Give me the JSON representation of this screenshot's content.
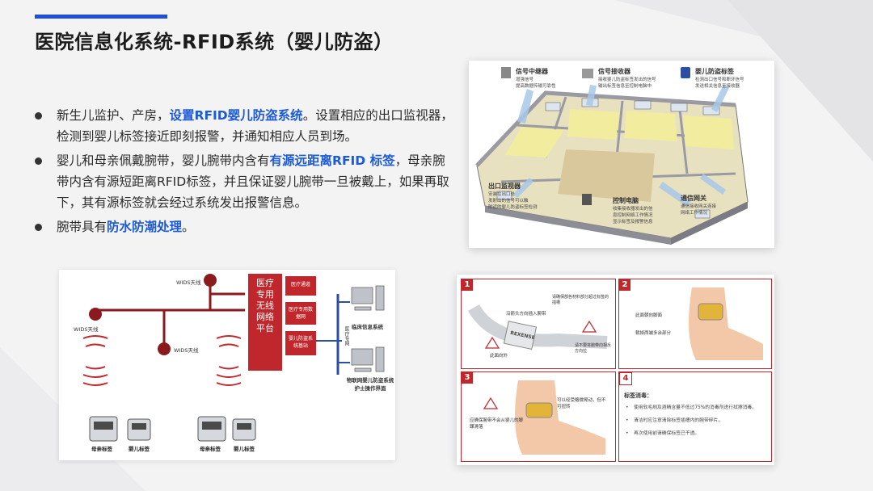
{
  "title": "医院信息化系统-RFID系统（婴儿防盗）",
  "bullets": [
    {
      "pre": "新生儿监护、产房，",
      "hl": "设置RFID婴儿防盗系统",
      "post": "。设置相应的出口监视器，检测到婴儿标签接近即刻报警，并通知相应人员到场。"
    },
    {
      "pre": "婴儿和母亲佩戴腕带，婴儿腕带内含有",
      "hl": "有源远距离RFID 标签",
      "post": "，母亲腕带内含有源短距离RFID标签，并且保证婴儿腕带一旦被戴上，如果再取下，其有源标签就会经过系统发出报警信息。"
    },
    {
      "pre": "腕带具有",
      "hl": "防水防潮处理",
      "post": "。"
    }
  ],
  "floorplan": {
    "labels": [
      {
        "title": "信号中继器",
        "desc": "增强信号\n提高数据传输可靠性"
      },
      {
        "title": "信号接收器",
        "desc": "接收婴儿防盗标签发出的信号\n输出标签信息至控制电脑中"
      },
      {
        "title": "婴儿防盗标签",
        "desc": "检测出口信号和断环信号\n发送相关信息至接收器"
      },
      {
        "title": "出口监视器",
        "desc": "安装在出口处\n发射出的信号可以触\n附近的婴儿防盗标签检测"
      },
      {
        "title": "控制电脑",
        "desc": "收集接收器发出的信\n息控制网络工作情况\n显示标签及报警信息"
      },
      {
        "title": "通信网关",
        "desc": "通信接收网关连接\n网络工作情况"
      }
    ]
  },
  "network": {
    "antenna1": "WIDS天线",
    "antenna2": "WIDS天线",
    "antenna3": "WIDS天线",
    "platform": "医疗专用无线网络平台",
    "boxes": [
      "医疗通道",
      "医疗专用数据网",
      "婴儿防盗系统基站"
    ],
    "vertical": "医疗专网",
    "clinical": "临床信息系统",
    "iot": "物联网婴儿防盗系统护士操作界面",
    "tag_mother1": "母亲标签",
    "tag_baby1": "婴儿标签",
    "tag_mother2": "母亲标签",
    "tag_baby2": "婴儿标签"
  },
  "steps": {
    "s1": {
      "num": "1",
      "t1": "沿箭头方向插入腕带",
      "t2": "请确保部色材料部分超过标签的插槽",
      "t3": "此面向外",
      "t4": "请不要将腕带向相反方向拉",
      "brand": "REXENSE"
    },
    "s2": {
      "num": "2",
      "t1": "此面朝向脚面",
      "t2": "裁掉两端多余部分"
    },
    "s3": {
      "num": "3",
      "t1": "可以经受略微晃动，但不可扭转",
      "t2": "应确保腕带不会从婴儿的脚踝滑落"
    },
    "s4": {
      "num": "4",
      "head": "标签消毒：",
      "items": [
        "使用软毛刷及酒精含量不低过75%的消毒剂进行拭擦消毒。",
        "清洁时应注意清除标签插槽内的腕带碎片。",
        "再次使用前请确保标签已干透。"
      ]
    }
  },
  "colors": {
    "accent": "#1f4fd6",
    "highlight": "#1c5ad6",
    "red": "#c0272d",
    "maroon": "#8b1a1f"
  }
}
